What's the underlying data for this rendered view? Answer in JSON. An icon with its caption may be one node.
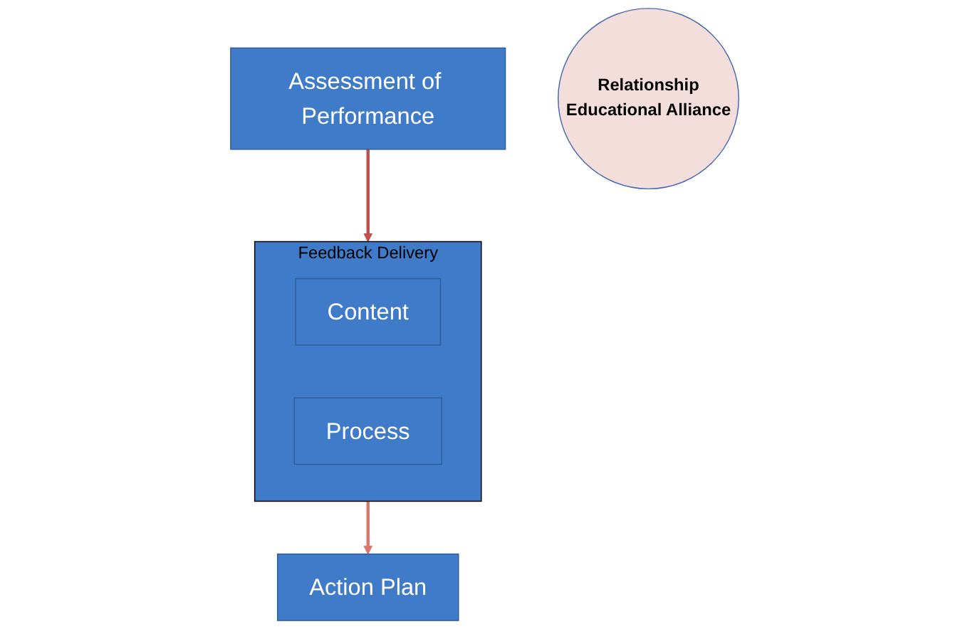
{
  "diagram": {
    "nodes": [
      {
        "text": [
          "Assessment of Performance"
        ]
      },
      {
        "text": [
          "Relationship",
          "Educational Alliance"
        ]
      },
      {
        "text": [
          "Feedback Delivery"
        ]
      },
      {
        "text": [
          "Content"
        ],
        "in": 2
      },
      {
        "text": [
          "Process"
        ],
        "in": 2
      },
      {
        "text": [
          "Action Plan"
        ]
      }
    ],
    "edges": [
      {
        "from": 0,
        "to": 2,
        "arrow": "to",
        "color": "#c0504d"
      },
      {
        "from": 2,
        "to": 5,
        "arrow": "to",
        "color": "#d9776f"
      }
    ]
  }
}
